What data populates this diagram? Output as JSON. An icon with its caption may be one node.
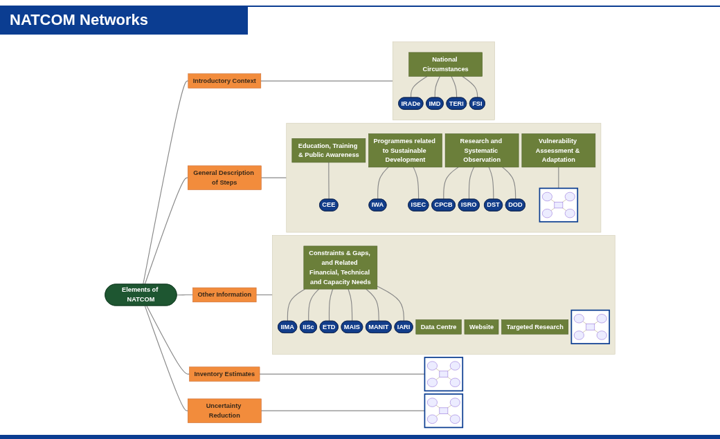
{
  "diagram": {
    "title": "NATCOM Networks",
    "nodes": [
      {
        "text": [
          "Elements of NATCOM"
        ]
      },
      {
        "text": [
          "Introductory Context"
        ]
      },
      {
        "text": [],
        "shape": "box"
      },
      {
        "text": [
          "National Circumstances"
        ],
        "in": 2
      },
      {
        "text": [
          "IRADe"
        ],
        "in": 2
      },
      {
        "text": [
          "IMD"
        ],
        "in": 2
      },
      {
        "text": [
          "TERI"
        ],
        "in": 2
      },
      {
        "text": [
          "FSI"
        ],
        "in": 2
      },
      {
        "text": [
          "Inventory Estimates"
        ]
      },
      {
        "text": [],
        "shape": "picture"
      },
      {
        "text": [
          "Uncertainty Reduction"
        ]
      },
      {
        "text": [],
        "shape": "picture"
      },
      {
        "text": [
          "General Description of Steps"
        ]
      },
      {
        "text": [],
        "shape": "box"
      },
      {
        "text": [
          "Education, Training & Public Awareness"
        ],
        "in": 13
      },
      {
        "text": [
          "CEE"
        ],
        "in": 13
      },
      {
        "text": [
          "Programmes related to Sustainable Development"
        ],
        "in": 13
      },
      {
        "text": [
          "IWA"
        ],
        "in": 13
      },
      {
        "text": [
          "ISEC"
        ],
        "in": 13
      },
      {
        "text": [
          "Research and Systematic Observation"
        ],
        "in": 13
      },
      {
        "text": [
          "CPCB"
        ],
        "in": 13
      },
      {
        "text": [
          "ISRO"
        ],
        "in": 13
      },
      {
        "text": [
          "DST"
        ],
        "in": 13
      },
      {
        "text": [
          "DOD"
        ],
        "in": 13
      },
      {
        "text": [
          "Vulnerability Assessment & Adaptation"
        ],
        "in": 13
      },
      {
        "text": [],
        "shape": "picture",
        "in": 13
      },
      {
        "text": [
          "Other Information"
        ]
      },
      {
        "text": [],
        "shape": "box"
      },
      {
        "text": [
          "Constraints & Gaps, and Related Financial, Technical and Capacity Needs"
        ],
        "in": 27
      },
      {
        "text": [
          "IIMA"
        ],
        "in": 27
      },
      {
        "text": [
          "IISc"
        ],
        "in": 27
      },
      {
        "text": [
          "ETD"
        ],
        "in": 27
      },
      {
        "text": [
          "MAIS"
        ],
        "in": 27
      },
      {
        "text": [
          "MANIT"
        ],
        "in": 27
      },
      {
        "text": [
          "IARI"
        ],
        "in": 27
      },
      {
        "text": [
          "Data Centre"
        ],
        "in": 27
      },
      {
        "text": [
          "Website"
        ],
        "in": 27
      },
      {
        "text": [
          "Targeted Research"
        ],
        "in": 27
      },
      {
        "text": [],
        "shape": "picture",
        "in": 27
      }
    ],
    "edges": [
      {
        "from": 0,
        "to": 1,
        "arrow": "none"
      },
      {
        "from": 0,
        "to": 12,
        "arrow": "none"
      },
      {
        "from": 0,
        "to": 26,
        "arrow": "none"
      },
      {
        "from": 0,
        "to": 8,
        "arrow": "none"
      },
      {
        "from": 0,
        "to": 10,
        "arrow": "none"
      },
      {
        "from": 1,
        "to": 2,
        "arrow": "none"
      },
      {
        "from": 3,
        "to": 4,
        "arrow": "none"
      },
      {
        "from": 3,
        "to": 5,
        "arrow": "none"
      },
      {
        "from": 3,
        "to": 6,
        "arrow": "none"
      },
      {
        "from": 3,
        "to": 7,
        "arrow": "none"
      },
      {
        "from": 8,
        "to": 9,
        "arrow": "none"
      },
      {
        "from": 10,
        "to": 11,
        "arrow": "none"
      },
      {
        "from": 12,
        "to": 13,
        "arrow": "none"
      },
      {
        "from": 14,
        "to": 15,
        "arrow": "none"
      },
      {
        "from": 16,
        "to": 17,
        "arrow": "none"
      },
      {
        "from": 16,
        "to": 18,
        "arrow": "none"
      },
      {
        "from": 19,
        "to": 20,
        "arrow": "none"
      },
      {
        "from": 19,
        "to": 21,
        "arrow": "none"
      },
      {
        "from": 19,
        "to": 22,
        "arrow": "none"
      },
      {
        "from": 19,
        "to": 23,
        "arrow": "none"
      },
      {
        "from": 24,
        "to": 25,
        "arrow": "none"
      },
      {
        "from": 26,
        "to": 27,
        "arrow": "none"
      },
      {
        "from": 28,
        "to": 29,
        "arrow": "none"
      },
      {
        "from": 28,
        "to": 30,
        "arrow": "none"
      },
      {
        "from": 28,
        "to": 31,
        "arrow": "none"
      },
      {
        "from": 28,
        "to": 32,
        "arrow": "none"
      },
      {
        "from": 28,
        "to": 33,
        "arrow": "none"
      },
      {
        "from": 28,
        "to": 34,
        "arrow": "none"
      }
    ]
  }
}
